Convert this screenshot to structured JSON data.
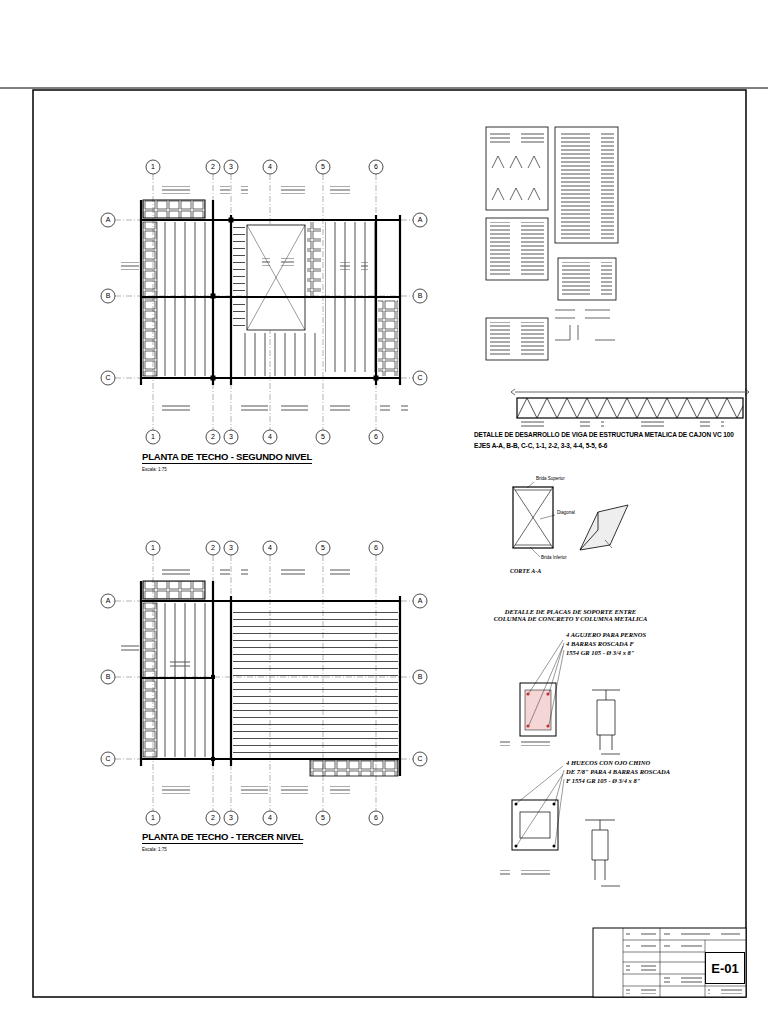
{
  "diagram": {
    "nodes": [
      {
        "text": [
          "E-01"
        ]
      }
    ],
    "labels": [
      "PLANTA DE TECHO - SEGUNDO NIVEL",
      "Escala: 1:75",
      "PLANTA DE TECHO - TERCER NIVEL",
      "Escala: 1:75",
      "DETALLE DE DESARROLLO DE VIGA DE ESTRUCTURA METALICA DE CAJON VC 100",
      "EJES A-A, B-B, C-C, 1-1, 2-2, 3-3, 4-4, 5-5, 6-6",
      "Brida Superior",
      "Diagonal",
      "Brida Inferior",
      "CORTE A-A",
      "DETALLE DE PLACAS DE SOPORTE ENTRE COLUMNA DE CONCRETO Y COLUMNA METALICA",
      "4 AGUJERO PARA PERNOS",
      "4 BARRAS ROSCADA F",
      "1554 GR 105 - Ø 3/4 x 8\"",
      "4 HUECOS CON OJO CHINO",
      "DE 7/8\" PARA 4 BARRAS ROSCADA",
      "F 1554 GR 105 - Ø 3/4 x 8\"",
      "1",
      "2",
      "3",
      "4",
      "5",
      "6",
      "1",
      "2",
      "3",
      "4",
      "5",
      "6",
      "A",
      "B",
      "C",
      "A",
      "B",
      "C",
      "1",
      "2",
      "3",
      "4",
      "5",
      "6",
      "1",
      "2",
      "3",
      "4",
      "5",
      "6",
      "A",
      "B",
      "C",
      "A",
      "B",
      "C"
    ]
  }
}
